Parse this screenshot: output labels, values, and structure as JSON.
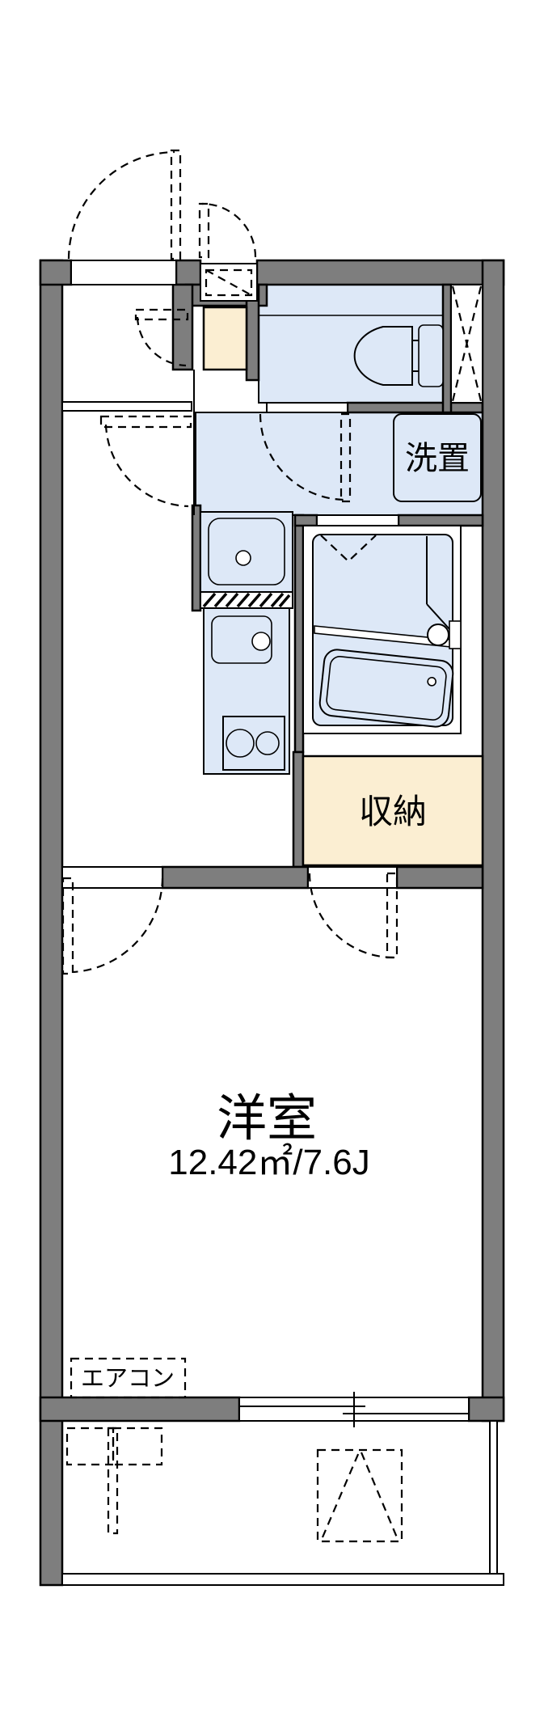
{
  "floorplan": {
    "main_room": {
      "label": "洋室",
      "area_label": "12.42㎡/7.6J"
    },
    "storage": {
      "label": "収納"
    },
    "laundry_space": {
      "label": "洗置"
    },
    "air_conditioner": {
      "label": "エアコン"
    },
    "colors": {
      "wall": "#7e7e7e",
      "room": "#dde8f7",
      "storage": "#fbeed2",
      "line": "#000000",
      "background": "#ffffff"
    },
    "icons": {
      "toilet-icon": "toilet bowl with tank, plan view",
      "washbasin-icon": "vanity basin with faucet circle",
      "kitchen-sink-icon": "sink with faucet circle",
      "stove-icon": "two-burner stove circles",
      "bathtub-icon": "unit bath with tub and fold door",
      "meter-box-icon": "dashed rect with diagonal",
      "pipe-space-icon": "dashed X shaft",
      "water-heater-icon": "dashed box with chevron",
      "door-swing-icon": "dashed quarter-circle arc"
    }
  }
}
